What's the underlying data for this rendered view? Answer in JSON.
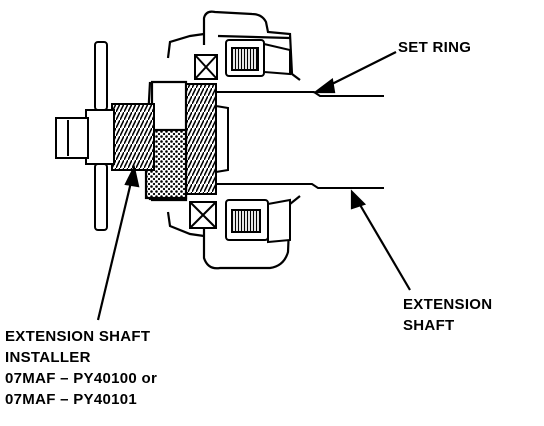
{
  "figure": {
    "labels": {
      "set_ring": "SET RING",
      "extension_shaft": [
        "EXTENSION",
        "SHAFT"
      ],
      "installer": [
        "EXTENSION SHAFT",
        "INSTALLER",
        "07MAF – PY40100 or",
        "07MAF – PY40101"
      ]
    }
  }
}
